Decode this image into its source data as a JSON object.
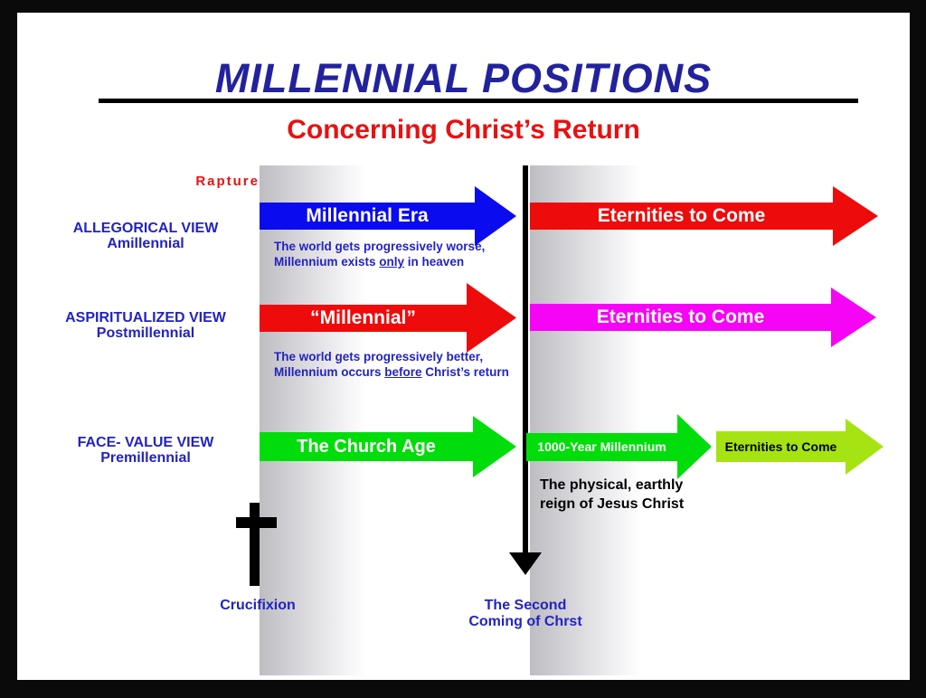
{
  "header": {
    "title": "MILLENNIAL POSITIONS",
    "subtitle": "Concerning Christ’s Return"
  },
  "timeline": {
    "rapture_label": "Rapture",
    "crucifixion_label": "Crucifixion",
    "second_coming_line1": "The Second",
    "second_coming_line2": "Coming of Chrst"
  },
  "rows": [
    {
      "view_name": "ALLEGORICAL VIEW",
      "view_subname": "Amillennial",
      "arrows": {
        "left": {
          "label": "Millennial Era",
          "color": "#0b0bef",
          "text_color": "#ffffff"
        },
        "right": {
          "label": "Eternities to Come",
          "color": "#ee0b0b",
          "text_color": "#ffffff"
        }
      },
      "caption": {
        "line1": "The world gets progressively worse,",
        "line2_pre": "Millennium exists ",
        "line2_underlined": "only",
        "line2_post": " in heaven"
      }
    },
    {
      "view_name": "ASPIRITUALIZED VIEW",
      "view_subname": "Postmillennial",
      "arrows": {
        "left": {
          "label": "“Millennial”",
          "color": "#ee0b0b",
          "text_color": "#ffffff"
        },
        "right": {
          "label": "Eternities to Come",
          "color": "#f504f5",
          "text_color": "#ffffff"
        }
      },
      "caption": {
        "line1": "The world gets progressively better,",
        "line2_pre": "Millennium occurs ",
        "line2_underlined": "before",
        "line2_post": " Christ’s return"
      }
    },
    {
      "view_name": "FACE- VALUE VIEW",
      "view_subname": "Premillennial",
      "arrows": {
        "left": {
          "label": "The Church Age",
          "color": "#00dd0a",
          "text_color": "#ffffff"
        },
        "middle": {
          "label": "1000-Year Millennium",
          "color": "#00dd0a",
          "text_color": "#ffffff"
        },
        "right": {
          "label": "Eternities to Come",
          "color": "#a5e412",
          "text_color": "#000000"
        }
      },
      "caption": {
        "line1": "The physical, earthly",
        "line2": "reign of Jesus Christ"
      }
    }
  ],
  "colors": {
    "title_navy": "#22229e",
    "subtitle_red": "#e81111",
    "label_blue": "#2323c3",
    "band_gray": "#bdbdc2",
    "line_black": "#000000",
    "page_white": "#ffffff"
  }
}
